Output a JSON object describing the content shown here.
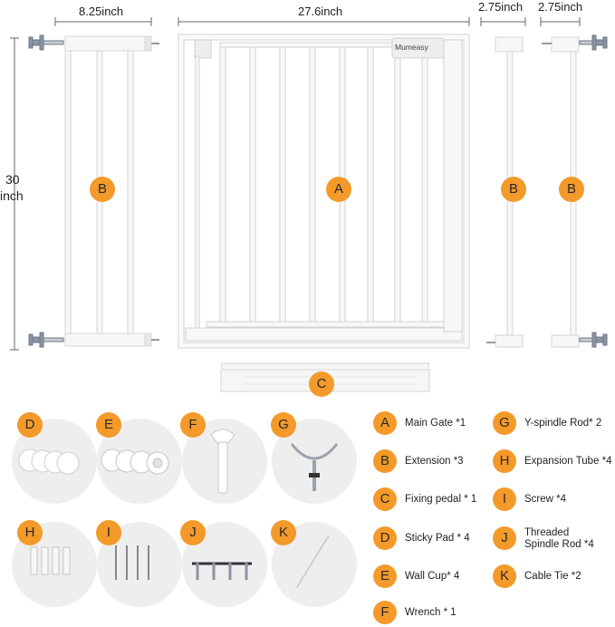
{
  "dimensions": {
    "extension_left_width": "8.25inch",
    "gate_width": "27.6inch",
    "extension_small_1": "2.75inch",
    "extension_small_2": "2.75inch",
    "height_value": "30",
    "height_unit": "inch"
  },
  "brand": "Mumeasy",
  "gate_labels": {
    "main": "A",
    "ext_left": "B",
    "ext_small_1": "B",
    "ext_small_2": "B",
    "pedal": "C"
  },
  "parts": [
    {
      "letter": "D"
    },
    {
      "letter": "E"
    },
    {
      "letter": "F"
    },
    {
      "letter": "G"
    },
    {
      "letter": "H"
    },
    {
      "letter": "I"
    },
    {
      "letter": "J"
    },
    {
      "letter": "K"
    }
  ],
  "legend_left": [
    {
      "letter": "A",
      "text": "Main Gate *1"
    },
    {
      "letter": "B",
      "text": "Extension *3"
    },
    {
      "letter": "C",
      "text": "Fixing pedal * 1"
    },
    {
      "letter": "D",
      "text": "Sticky Pad * 4"
    },
    {
      "letter": "E",
      "text": "Wall Cup* 4"
    },
    {
      "letter": "F",
      "text": "Wrench * 1"
    }
  ],
  "legend_right": [
    {
      "letter": "G",
      "text": "Y-spindle Rod* 2"
    },
    {
      "letter": "H",
      "text": "Expansion Tube *4"
    },
    {
      "letter": "I",
      "text": "Screw *4"
    },
    {
      "letter": "J",
      "text": "Threaded\nSpindle Rod *4"
    },
    {
      "letter": "K",
      "text": "Cable Tie *2"
    }
  ],
  "colors": {
    "badge": "#f39a2a",
    "circle": "#eeeeee",
    "frame": "#f4f4f4"
  }
}
